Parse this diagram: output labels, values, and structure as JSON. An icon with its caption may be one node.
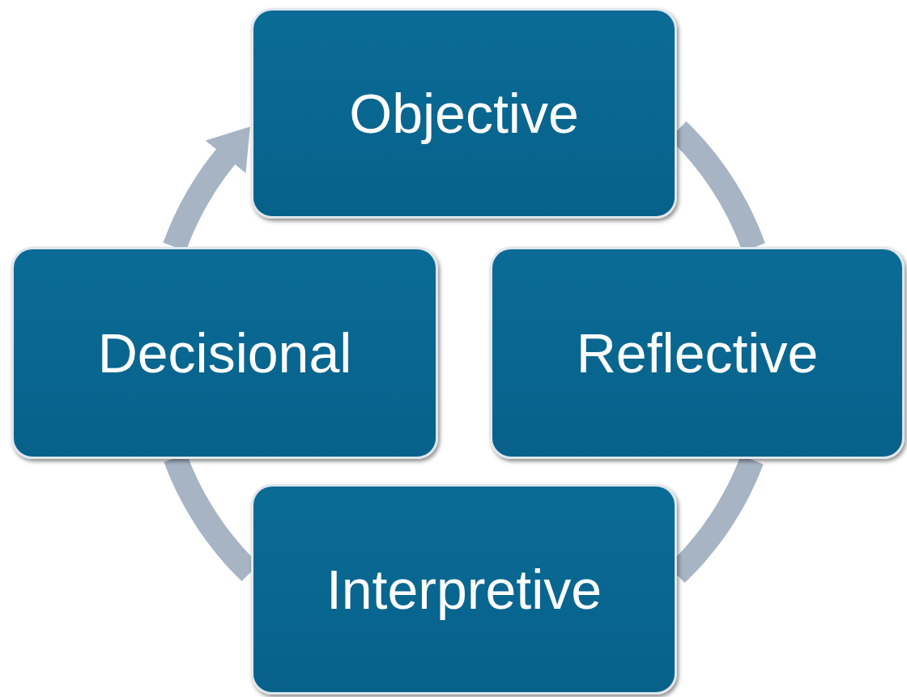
{
  "diagram": {
    "nodes": [
      {
        "text": [
          "Objective"
        ]
      },
      {
        "text": [
          "Decisional"
        ]
      },
      {
        "text": [
          "Reflective"
        ]
      },
      {
        "text": [
          "Interpretive"
        ]
      }
    ],
    "edges": [
      {
        "from": 0,
        "to": 2,
        "arrow": "none"
      },
      {
        "from": 2,
        "to": 3,
        "arrow": "none"
      },
      {
        "from": 3,
        "to": 1,
        "arrow": "none"
      },
      {
        "from": 1,
        "to": 0,
        "arrow": "to"
      }
    ]
  }
}
